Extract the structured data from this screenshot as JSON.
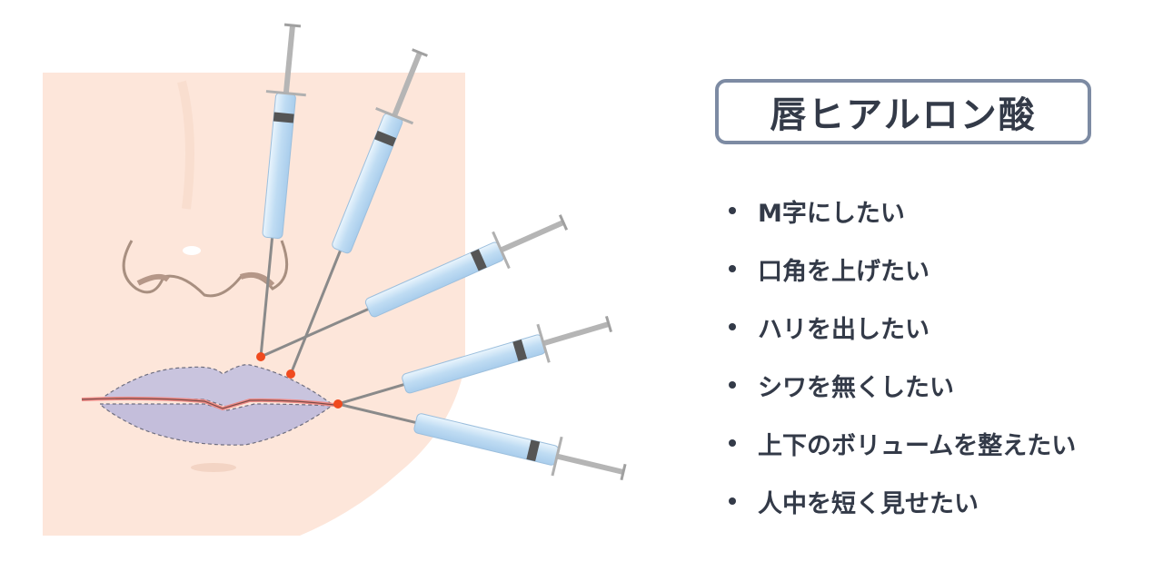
{
  "title": "唇ヒアルロン酸",
  "items": [
    "M字にしたい",
    "口角を上げたい",
    "ハリを出したい",
    "シワを無くしたい",
    "上下のボリュームを整えたい",
    "人中を短く見せたい"
  ],
  "colors": {
    "skin": "#fde6da",
    "lip_fill": "#c9c4de",
    "injection_point": "#f04a1e",
    "syringe_barrel": "#cfe6f7",
    "text": "#333a48",
    "title_border": "#7d8ba3"
  }
}
